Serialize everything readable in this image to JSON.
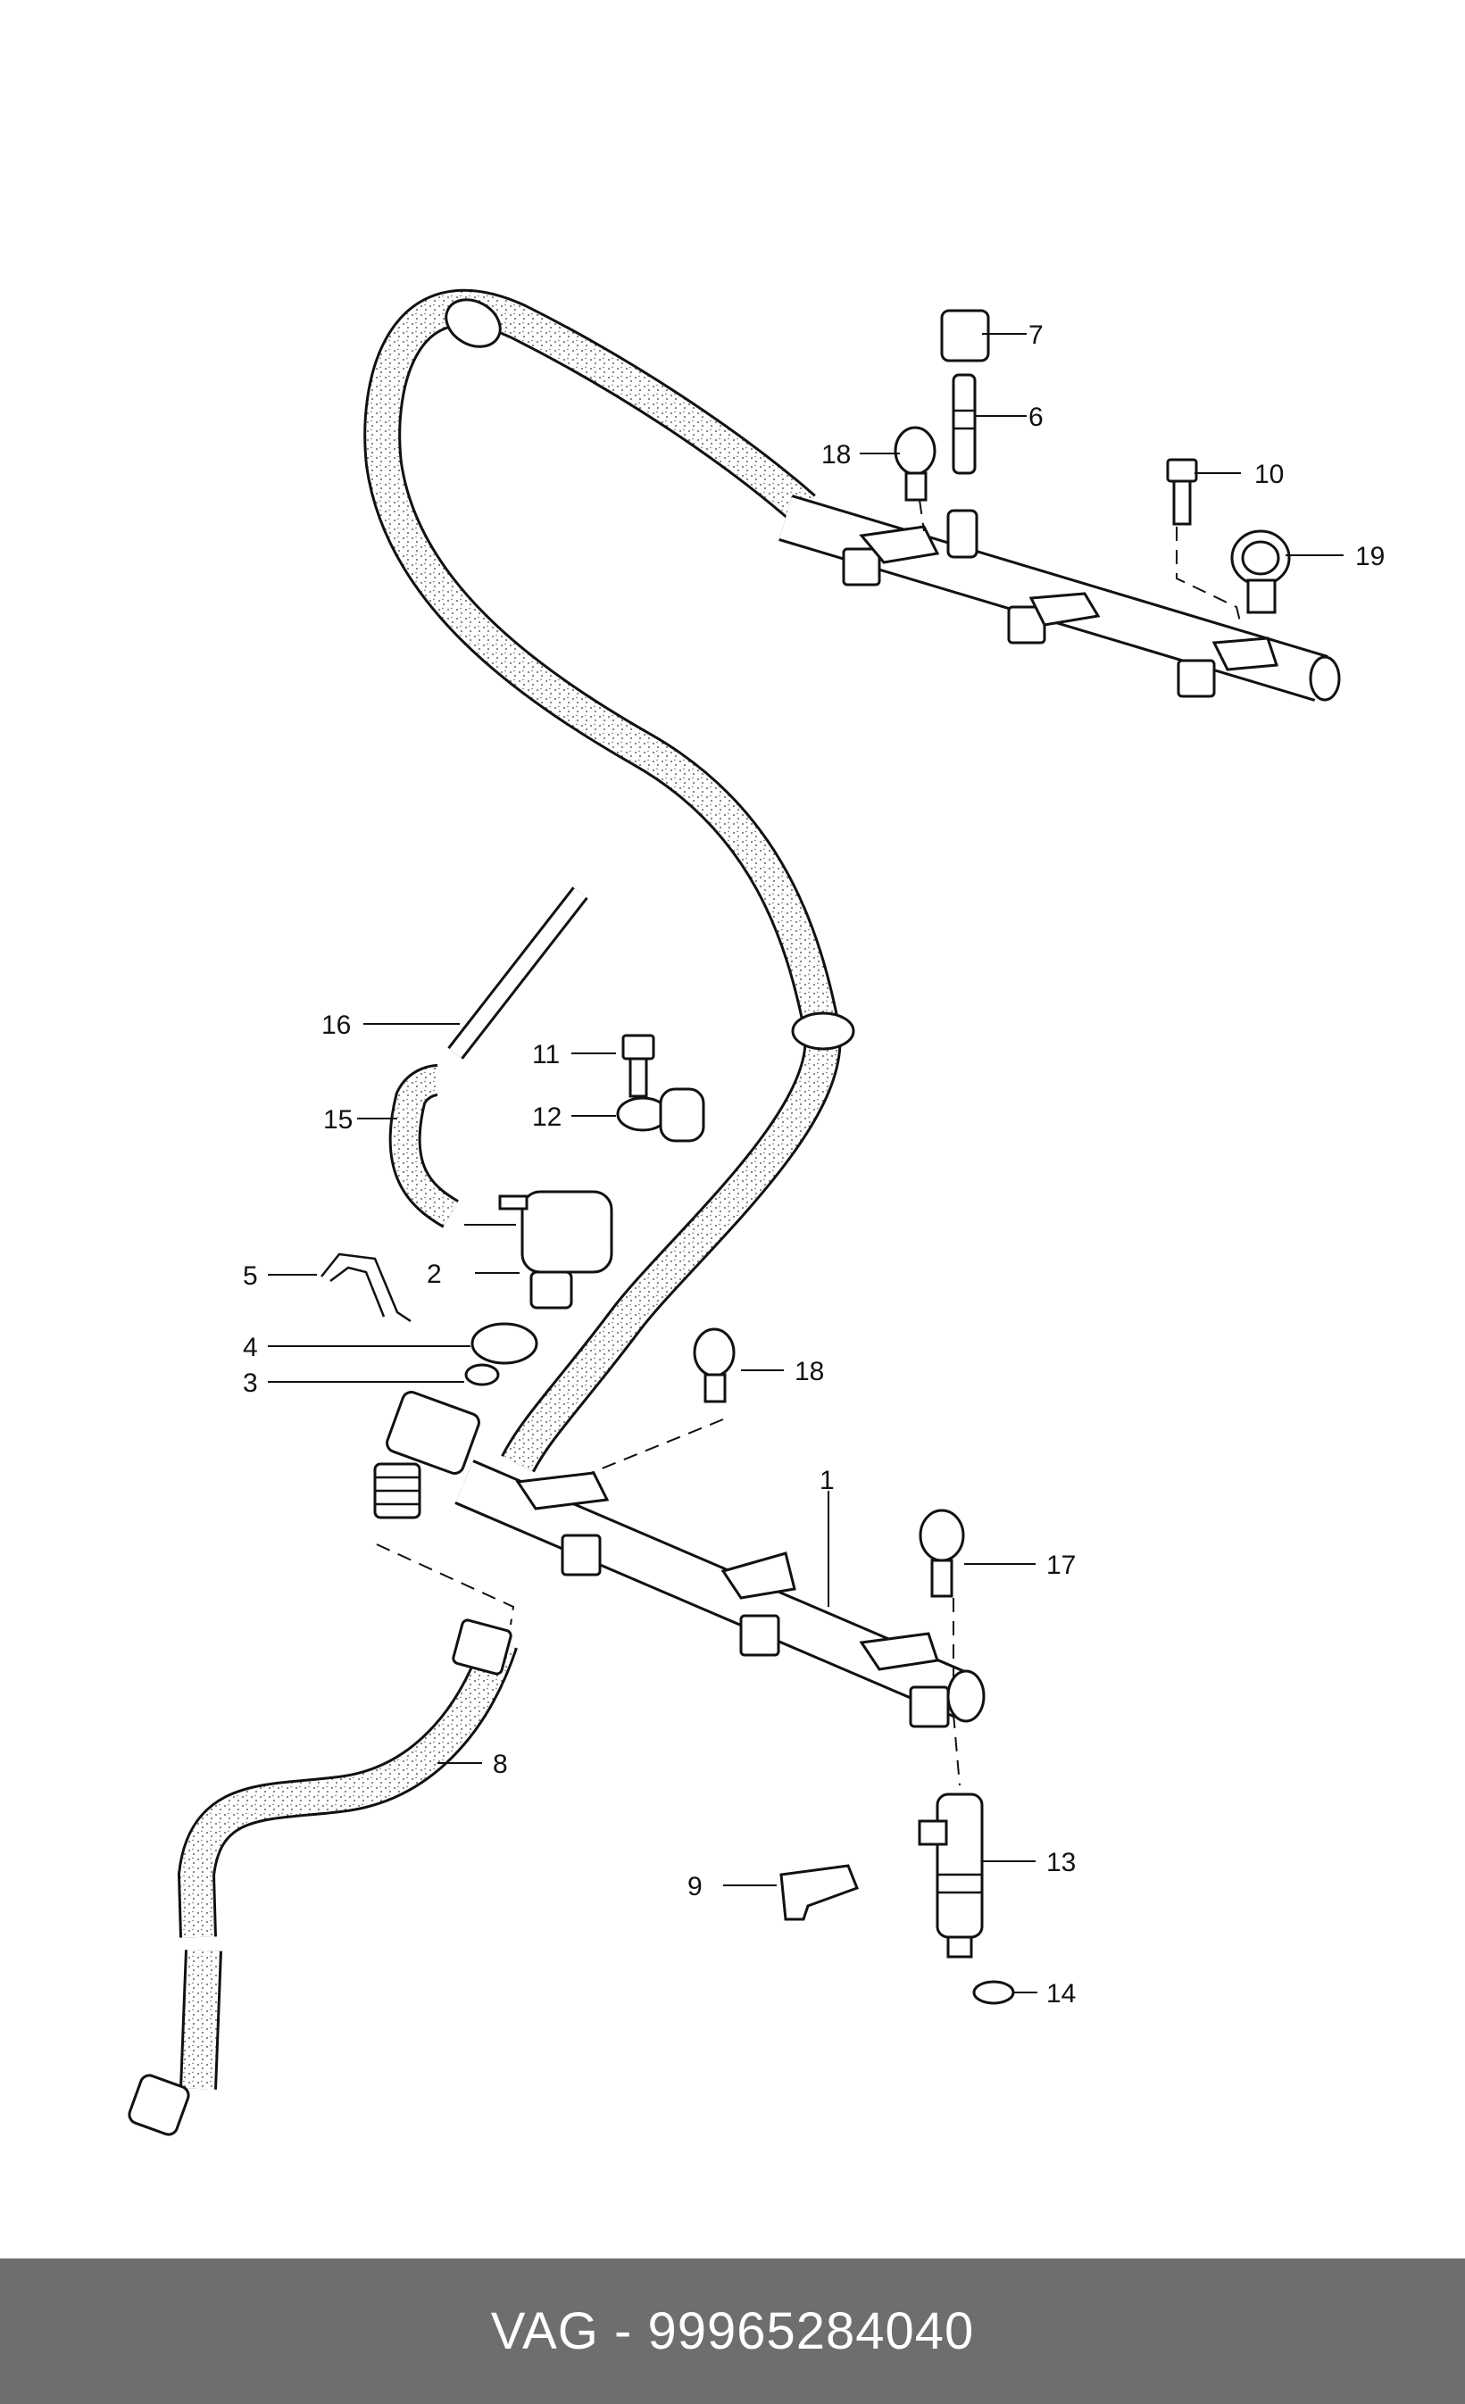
{
  "callouts": {
    "c1": "1",
    "c2": "2",
    "c3": "3",
    "c4": "4",
    "c5": "5",
    "c6": "6",
    "c7": "7",
    "c8": "8",
    "c9": "9",
    "c10": "10",
    "c11": "11",
    "c12": "12",
    "c13": "13",
    "c14": "14",
    "c15": "15",
    "c16": "16",
    "c17": "17",
    "c18a": "18",
    "c18b": "18",
    "c19": "19"
  },
  "footer": {
    "text": "VAG - 99965284040",
    "background": "#6e6e6e",
    "color": "#ffffff"
  }
}
